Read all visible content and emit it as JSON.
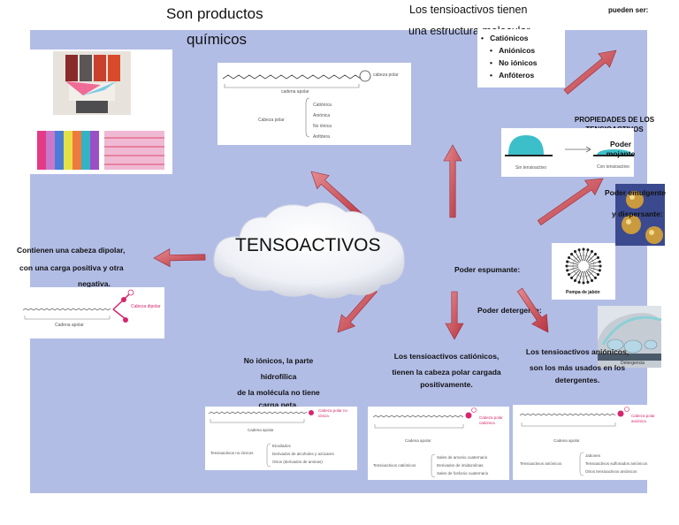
{
  "title_products": [
    "Son productos",
    "químicos"
  ],
  "title_structure": [
    "Los tensioactivos tienen",
    "una estructura molecular"
  ],
  "pueden_ser": "pueden ser:",
  "types_list": [
    "Catiónicos",
    "Aniónicos",
    "No iónicos",
    "Anfóteros"
  ],
  "center_word": "TENSOACTIVOS",
  "props_title": [
    "PROPIEDADES DE LOS",
    "TENSIOACTIVOS"
  ],
  "prop_mojante": [
    "Poder",
    "mojante"
  ],
  "prop_emulgente": [
    "Poder emulgente",
    "y dispersante:"
  ],
  "prop_espumante": "Poder espumante:",
  "prop_detergente": "Poder detergente:",
  "dipolar_text": [
    "Contienen una cabeza dipolar,",
    "con una carga positiva y otra",
    "negativa."
  ],
  "noionicos_text": [
    "No iónicos, la parte",
    "hidrofílica",
    "de la molécula no tiene",
    "carga neta."
  ],
  "cationicos_text": [
    "Los tensioactivos catiónicos,",
    "tienen la cabeza polar cargada",
    "positivamente."
  ],
  "anionicos_text": [
    "Los tensioactivos aniónicos,",
    "son los más usados en los",
    "detergentes."
  ],
  "mol_top": {
    "head": "cabeza polar",
    "tail": "cadena apolar",
    "label": "Cabeza polar",
    "items": [
      "Catiónica",
      "Aniónica",
      "No iónica",
      "Anfótera"
    ]
  },
  "mol_dipolar": {
    "head": "Cabeza dipolar",
    "tail": "Cadena apolar"
  },
  "mol_noionico": {
    "head": "Cabeza polar no iónica",
    "tail": "Cadena apolar",
    "label": "Tensioactivos no iónicos",
    "items": [
      "Etoxilados",
      "Derivados de alcoholes y azúcares",
      "Otros (derivados de aminas)"
    ]
  },
  "mol_cationico": {
    "head": "Cabeza polar catiónica",
    "tail": "Cadena apolar",
    "label": "Tensioactivos catiónicos",
    "items": [
      "Sales de amonio cuaternario",
      "Derivados de imidazolinas",
      "Sales de fosfonio cuaternario"
    ]
  },
  "mol_anionico": {
    "head": "Cabeza polar aniónica",
    "tail": "Cadena apolar",
    "label": "Tensioactivos aniónicos",
    "items": [
      "Jabones",
      "Tensioactivos sulfonados aniónicos",
      "Otros tensioactivos aniónicos"
    ]
  },
  "wet_labels": [
    "Sin tensioactivo",
    "Con tensioactivo"
  ],
  "bubble_label": "Pompa de jabón",
  "detergency_label": "Detergencia",
  "colors": {
    "background": "#b2bde6",
    "arrow": "#cf5560",
    "charge": "#d6266d",
    "drop": "#3dbfc9"
  }
}
